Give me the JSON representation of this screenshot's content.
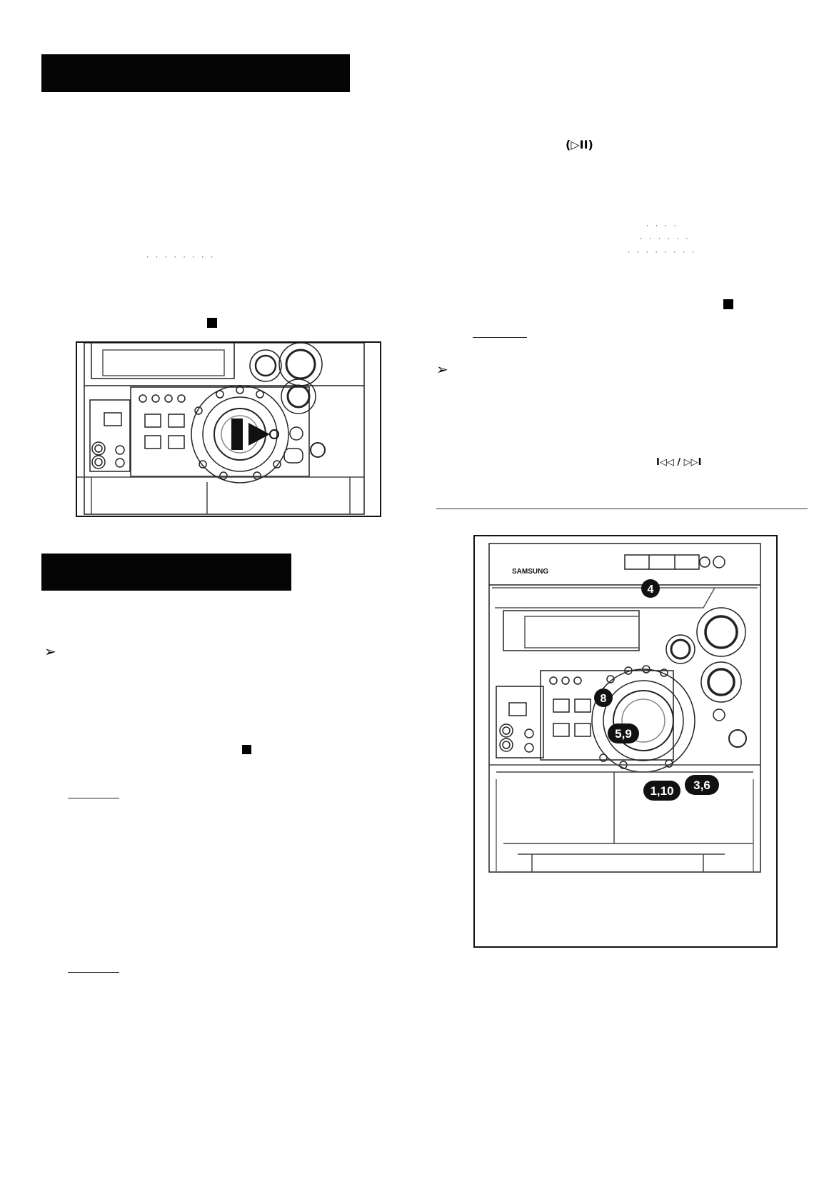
{
  "left_column": {
    "section1": {
      "title": ""
    },
    "section2": {
      "title": ""
    }
  },
  "right_column": {
    "play_pause_symbol": "(▷II)",
    "skip_symbols": "I◁◁ / ▷▷I"
  },
  "device_figure_small": {
    "logo_text": ""
  },
  "device_figure_large": {
    "brand_logo": "SAMSUNG",
    "callouts": [
      "4",
      "8",
      "5,9",
      "1,10",
      "3,6"
    ]
  },
  "colors": {
    "ink": "#000000",
    "paper": "#ffffff",
    "bar": "#050505"
  }
}
